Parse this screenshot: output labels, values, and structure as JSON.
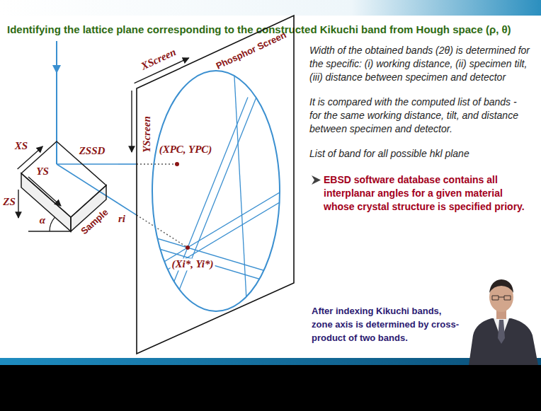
{
  "diagram": {
    "title": "Identifying the lattice plane corresponding to the constructed Kikuchi band from Hough space (ρ, θ)",
    "nodes": [
      {
        "text": [
          "Sample"
        ]
      },
      {
        "text": [
          "Phosphor Screen",
          "(XPC, YPC)",
          "(Xi*, Yi*)"
        ]
      }
    ],
    "edges": [
      {
        "from": 0,
        "to": 1,
        "arrow": "none",
        "label": "ZSSD"
      },
      {
        "from": 0,
        "to": 1,
        "arrow": "none",
        "label": "ri"
      }
    ],
    "labels": [
      "XS",
      "YS",
      "ZS",
      "α",
      "XScreen",
      "YScreen",
      "Width of the obtained bands (2θ) is determined for the specific: (i) working distance, (ii) specimen tilt, (iii) distance between specimen and detector",
      "It is compared with the computed list of bands - for the same working distance, tilt, and distance between specimen and detector.",
      "List of band for all possible hkl plane",
      "EBSD software database contains all interplanar angles for a given material whose crystal structure is specified priory.",
      "After indexing Kikuchi bands, zone axis is determined by cross-product of two bands."
    ]
  }
}
